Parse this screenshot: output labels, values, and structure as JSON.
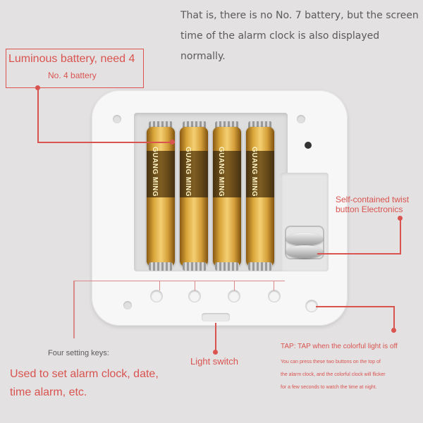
{
  "top_note": {
    "line1": "That is, there is no No. 7 battery, but the screen",
    "line2": "time of the alarm clock is also displayed normally."
  },
  "battery_callout": {
    "title": "Luminous battery, need 4",
    "subtitle": "No. 4 battery"
  },
  "battery_print": {
    "brand": "GUANG MING"
  },
  "twist_button_callout": {
    "line1": "Self-contained twist",
    "line2": "button Electronics"
  },
  "setting_keys": {
    "heading": "Four setting keys:",
    "line1": "Used to set alarm clock, date,",
    "line2": "time alarm, etc."
  },
  "light_switch": {
    "label": "Light switch"
  },
  "tap_note": {
    "line1": "TAP: TAP when the colorful light is off",
    "line2": "You can press these two buttons on the top of",
    "line3": "the alarm clock, and the colorful clock will flicker",
    "line4": "for a few seconds to watch the time at night."
  },
  "colors": {
    "accent": "#d9534f",
    "background": "#e3e1e2",
    "text_gray": "#5a5a5a"
  }
}
